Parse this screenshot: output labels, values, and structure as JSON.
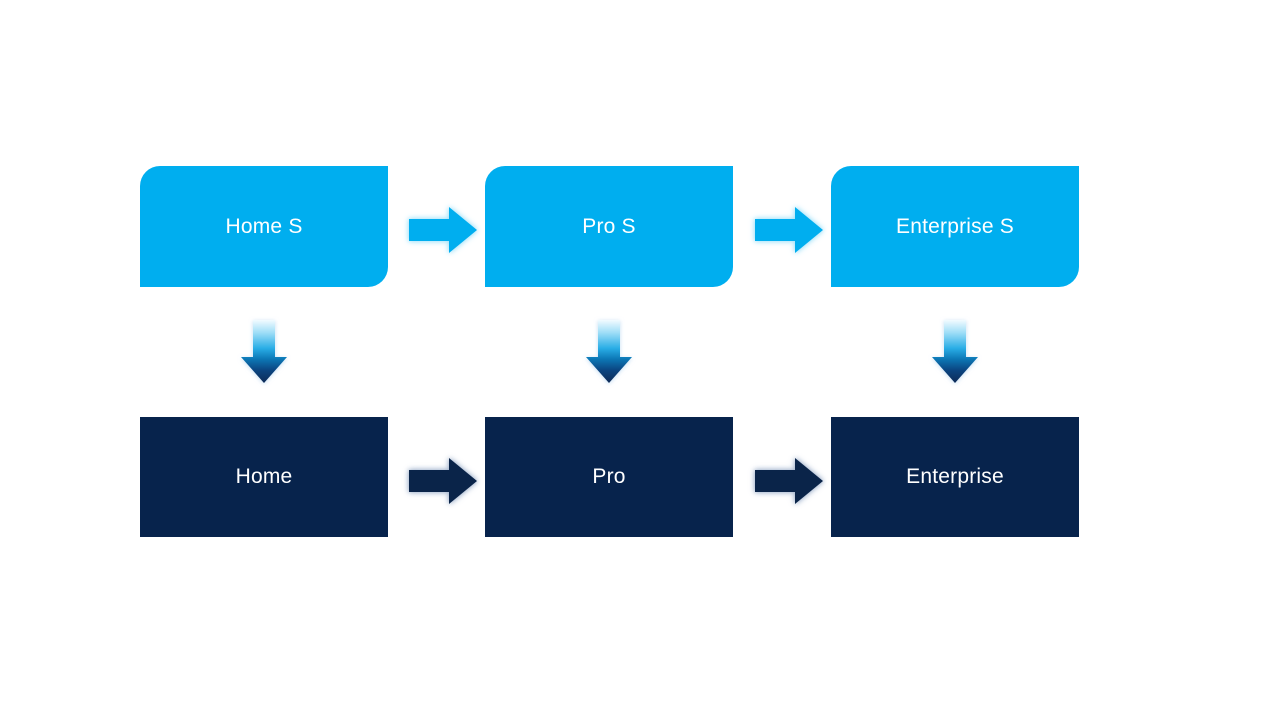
{
  "colors": {
    "background": "#ffffff",
    "top_box_fill": "#00aeef",
    "bottom_box_fill": "#07234c",
    "label_text": "#ffffff",
    "light_arrow_fill": "#00aeef",
    "light_arrow_glow": "#9fe0f9",
    "dark_arrow_fill": "#0a2449",
    "dark_arrow_glow": "#aebdd6",
    "down_arrow_gradient_top": "#f2fbff",
    "down_arrow_gradient_upper": "#9fdef7",
    "down_arrow_gradient_mid": "#29ade6",
    "down_arrow_gradient_lower": "#0c77b5",
    "down_arrow_gradient_deep": "#0b4480",
    "down_arrow_gradient_bottom": "#0e2a56"
  },
  "diagram": {
    "columns": [
      {
        "top_label": "Home S",
        "bottom_label": "Home"
      },
      {
        "top_label": "Pro S",
        "bottom_label": "Pro"
      },
      {
        "top_label": "Enterprise S",
        "bottom_label": "Enterprise"
      }
    ]
  }
}
